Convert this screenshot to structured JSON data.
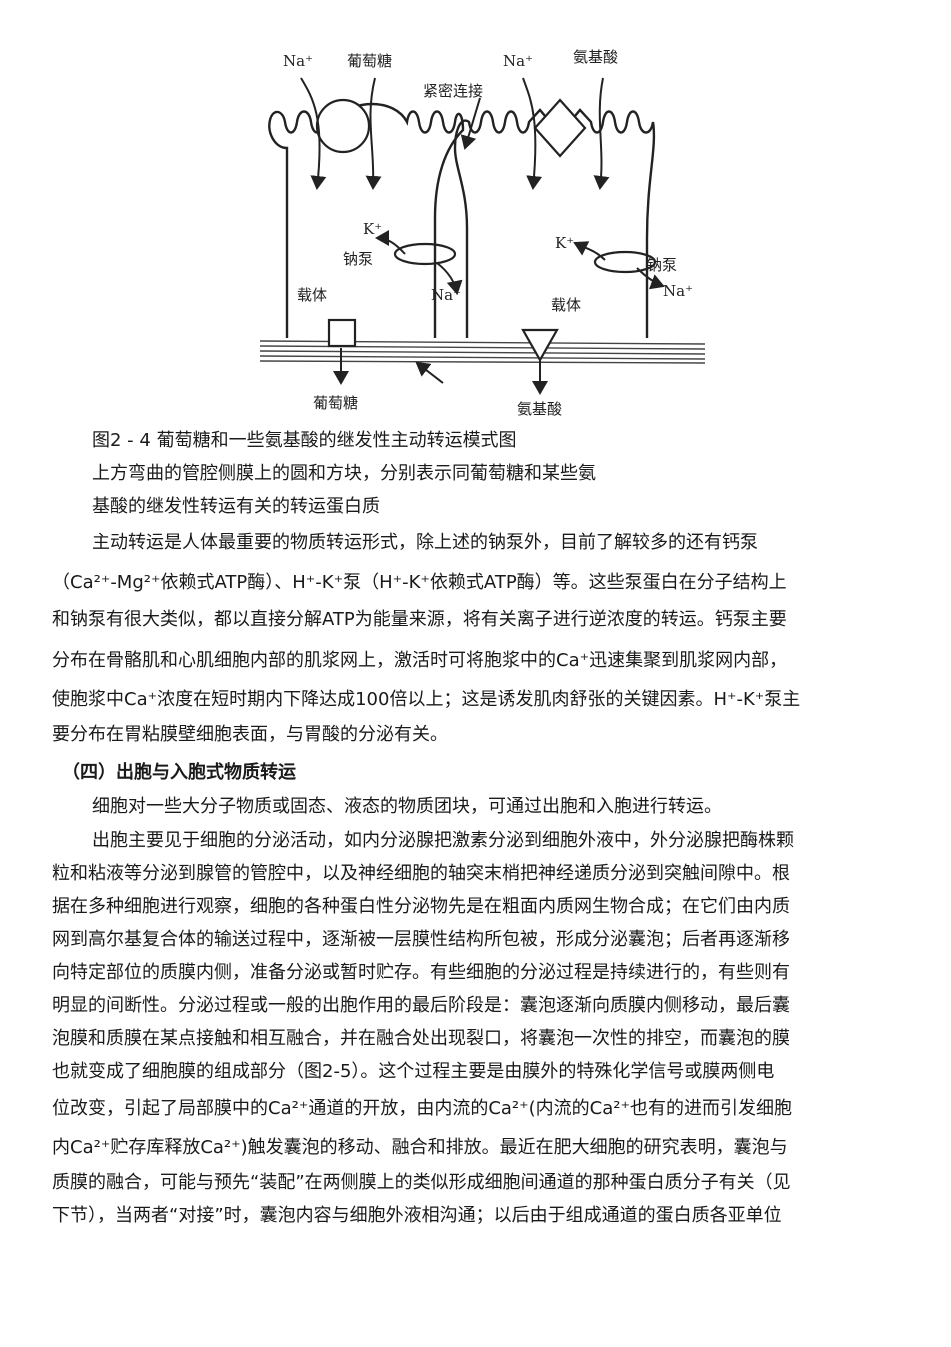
{
  "figure": {
    "labels": {
      "na_left_top": "Na⁺",
      "glucose_top": "葡萄糖",
      "na_right_top": "Na⁺",
      "amino_top": "氨基酸",
      "tight_junction": "紧密连接",
      "k_left": "K⁺",
      "pump_left": "钠泵",
      "na_mid": "Na⁺",
      "carrier_left": "载体",
      "k_right": "K⁺",
      "pump_right": "钠泵",
      "na_right": "Na⁺",
      "carrier_right": "载体",
      "glucose_bottom": "葡萄糖",
      "amino_bottom": "氨基酸"
    }
  },
  "caption": {
    "line1": "图2 - 4 葡萄糖和一些氨基酸的继发性主动转运模式图",
    "line2": "上方弯曲的管腔侧膜上的圆和方块，分别表示同葡萄糖和某些氨",
    "line3": "基酸的继发性转运有关的转运蛋白质"
  },
  "para1": {
    "l1": "主动转运是人体最重要的物质转运形式，除上述的钠泵外，目前了解较多的还有钙泵",
    "l2": "（Ca²⁺-Mg²⁺依赖式ATP酶）、H⁺-K⁺泵（H⁺-K⁺依赖式ATP酶）等。这些泵蛋白在分子结构上",
    "l3": "和钠泵有很大类似，都以直接分解ATP为能量来源，将有关离子进行逆浓度的转运。钙泵主要",
    "l4": "分布在骨骼肌和心肌细胞内部的肌浆网上，激活时可将胞浆中的Ca⁺迅速集聚到肌浆网内部，",
    "l5": "使胞浆中Ca⁺浓度在短时期内下降达成100倍以上；这是诱发肌肉舒张的关键因素。H⁺-K⁺泵主",
    "l6": "要分布在胃粘膜壁细胞表面，与胃酸的分泌有关。"
  },
  "section_heading": "（四）出胞与入胞式物质转运",
  "para2": "细胞对一些大分子物质或固态、液态的物质团块，可通过出胞和入胞进行转运。",
  "para3": {
    "l1": "出胞主要见于细胞的分泌活动，如内分泌腺把激素分泌到细胞外液中，外分泌腺把酶株颗",
    "l2": "粒和粘液等分泌到腺管的管腔中，以及神经细胞的轴突末梢把神经递质分泌到突触间隙中。根",
    "l3": "据在多种细胞进行观察，细胞的各种蛋白性分泌物先是在粗面内质网生物合成；在它们由内质",
    "l4": "网到高尔基复合体的输送过程中，逐渐被一层膜性结构所包被，形成分泌囊泡；后者再逐渐移",
    "l5": "向特定部位的质膜内侧，准备分泌或暂时贮存。有些细胞的分泌过程是持续进行的，有些则有",
    "l6": "明显的间断性。分泌过程或一般的出胞作用的最后阶段是：囊泡逐渐向质膜内侧移动，最后囊",
    "l7": "泡膜和质膜在某点接触和相互融合，并在融合处出现裂口，将囊泡一次性的排空，而囊泡的膜",
    "l8": "也就变成了细胞膜的组成部分（图2-5）。这个过程主要是由膜外的特殊化学信号或膜两侧电",
    "l9": "位改变，引起了局部膜中的Ca²⁺通道的开放，由内流的Ca²⁺(内流的Ca²⁺也有的进而引发细胞",
    "l10": "内Ca²⁺贮存库释放Ca²⁺)触发囊泡的移动、融合和排放。最近在肥大细胞的研究表明，囊泡与",
    "l11": "质膜的融合，可能与预先“装配”在两侧膜上的类似形成细胞间通道的那种蛋白质分子有关（见",
    "l12": "下节），当两者“对接”时，囊泡内容与细胞外液相沟通；以后由于组成通道的蛋白质各亚单位"
  }
}
